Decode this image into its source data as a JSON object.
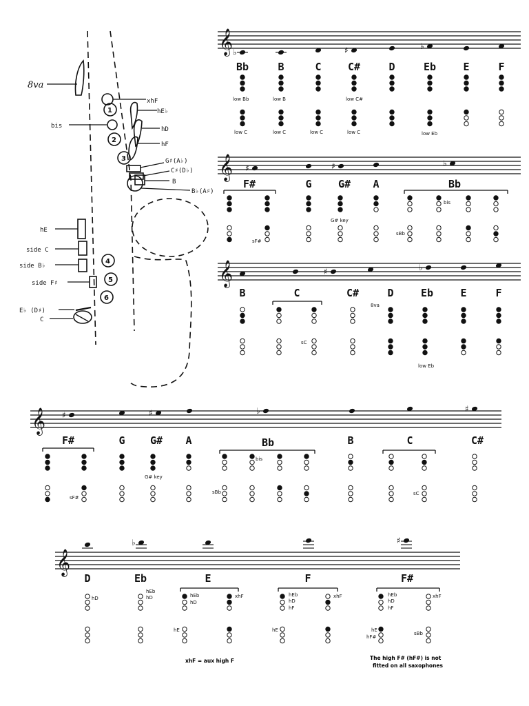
{
  "diagram": {
    "labels": {
      "octave": "8va",
      "xhF": "xhF",
      "hEb": "hE♭",
      "bis": "bis",
      "hD": "hD",
      "hF": "hF",
      "gSharp": "G♯(A♭)",
      "cSharp": "C♯(D♭)",
      "b": "B",
      "bFlat": "B♭(A♯)",
      "hE": "hE",
      "sideC": "side C",
      "sideBb": "side B♭",
      "sideFSharp": "side F♯",
      "ebLow": "E♭ (D♯)",
      "cLow": "C"
    },
    "key_numbers": [
      "1",
      "2",
      "3",
      "4",
      "5",
      "6"
    ]
  },
  "rows": [
    {
      "notes": [
        "Bb",
        "B",
        "C",
        "C#",
        "D",
        "Eb",
        "E",
        "F"
      ],
      "annotations": [
        "low Bb",
        "low B",
        "low C#",
        "low C",
        "low C",
        "low C",
        "low C",
        "low Eb"
      ]
    },
    {
      "notes": [
        "F#",
        "G",
        "G#",
        "A",
        "Bb"
      ],
      "annotations": [
        "G# key",
        "bis",
        "sF#",
        "sBb"
      ]
    },
    {
      "notes": [
        "B",
        "C",
        "C#",
        "D",
        "Eb",
        "E",
        "F"
      ],
      "annotations": [
        "8va",
        "sC",
        "low Eb"
      ]
    },
    {
      "notes": [
        "F#",
        "G",
        "G#",
        "A",
        "Bb",
        "B",
        "C",
        "C#"
      ],
      "annotations": [
        "G# key",
        "bis",
        "sF#",
        "sBb",
        "sC"
      ]
    },
    {
      "notes": [
        "D",
        "Eb",
        "E",
        "F",
        "F#"
      ],
      "annotations": [
        "hD",
        "hEb",
        "hD",
        "hEb",
        "hD",
        "xhF",
        "hEb",
        "hD",
        "hF",
        "xhF",
        "hEb",
        "hD",
        "hF",
        "xhF",
        "hE",
        "hE",
        "hE",
        "hF#",
        "sBb"
      ]
    }
  ],
  "footnotes": {
    "xhf": "xhF = aux high F",
    "highFSharp_1": "The high F# (hF#) is not",
    "highFSharp_2": "fitted on all saxophones"
  }
}
